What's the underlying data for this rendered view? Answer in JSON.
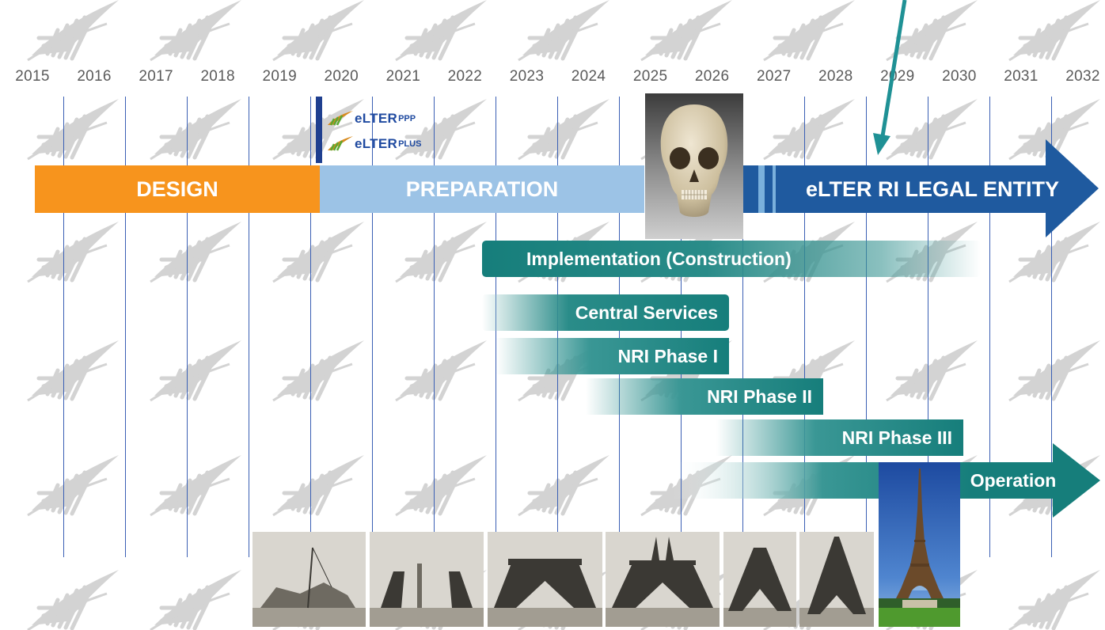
{
  "years": [
    "2015",
    "2016",
    "2017",
    "2018",
    "2019",
    "2020",
    "2021",
    "2022",
    "2023",
    "2024",
    "2025",
    "2026",
    "2027",
    "2028",
    "2029",
    "2030",
    "2031",
    "2032"
  ],
  "phases": {
    "design": "DESIGN",
    "preparation": "PREPARATION",
    "legal_entity": "eLTER RI LEGAL ENTITY"
  },
  "projects": {
    "ppp": {
      "name": "eLTER",
      "suffix": "PPP"
    },
    "plus": {
      "name": "eLTER",
      "suffix": "PLUS"
    }
  },
  "streams": {
    "implementation": "Implementation (Construction)",
    "central_services": "Central Services",
    "nri_phase_1": "NRI Phase I",
    "nri_phase_2": "NRI Phase II",
    "nri_phase_3": "NRI Phase III",
    "operation": "Operation"
  },
  "images": [
    "skull-image",
    "eiffel-construction-photos",
    "eiffel-tower-complete-photo",
    "watermark-leaf-logo"
  ],
  "colors": {
    "design": "#f7941d",
    "preparation": "#9cc3e6",
    "legal_entity": "#1f5a9f",
    "teal": "#167e7b",
    "gridline": "#3a5fb4",
    "pointer": "#1f9195"
  }
}
